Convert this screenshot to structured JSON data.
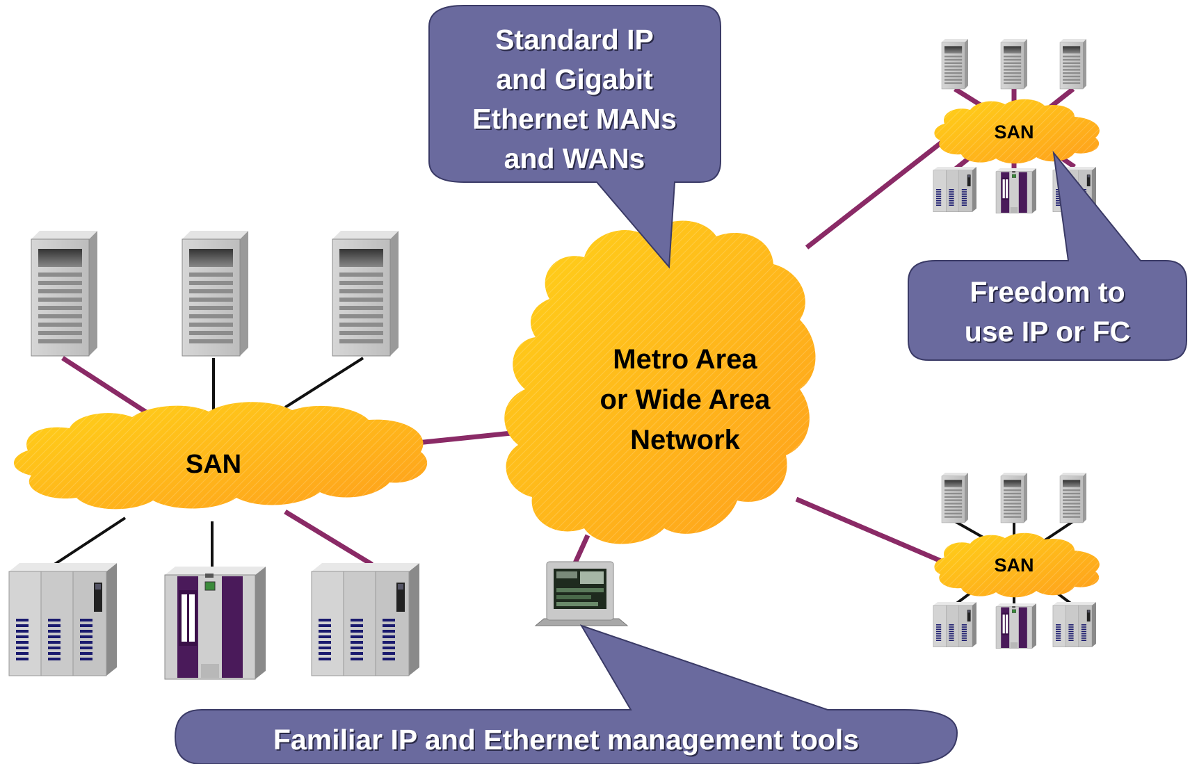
{
  "colors": {
    "cloud_light": "#ffd21a",
    "cloud_dark": "#ff9f1c",
    "fc_link": "#8a2a66",
    "ip_link": "#111111",
    "callout_fill": "#6a6a9e",
    "callout_text": "#ffffff",
    "server_body": "#c8c8c8",
    "storage_accent": "#1a1a6e",
    "tape_accent": "#4a1a5a"
  },
  "icons": {
    "server": "server-tower-icon",
    "disk_array": "disk-array-icon",
    "tape_library": "tape-library-icon",
    "workstation": "management-workstation-icon"
  },
  "labels": {
    "wan_cloud": [
      "Metro Area",
      "or Wide Area",
      "Network"
    ],
    "san_main": "SAN",
    "san_top_right": "SAN",
    "san_bottom_right": "SAN"
  },
  "callouts": {
    "ip_networks": [
      "Standard IP",
      "and Gigabit",
      "Ethernet MANs",
      "and WANs"
    ],
    "freedom": [
      "Freedom to",
      "use IP or FC"
    ],
    "management": "Familiar IP and Ethernet management tools"
  }
}
